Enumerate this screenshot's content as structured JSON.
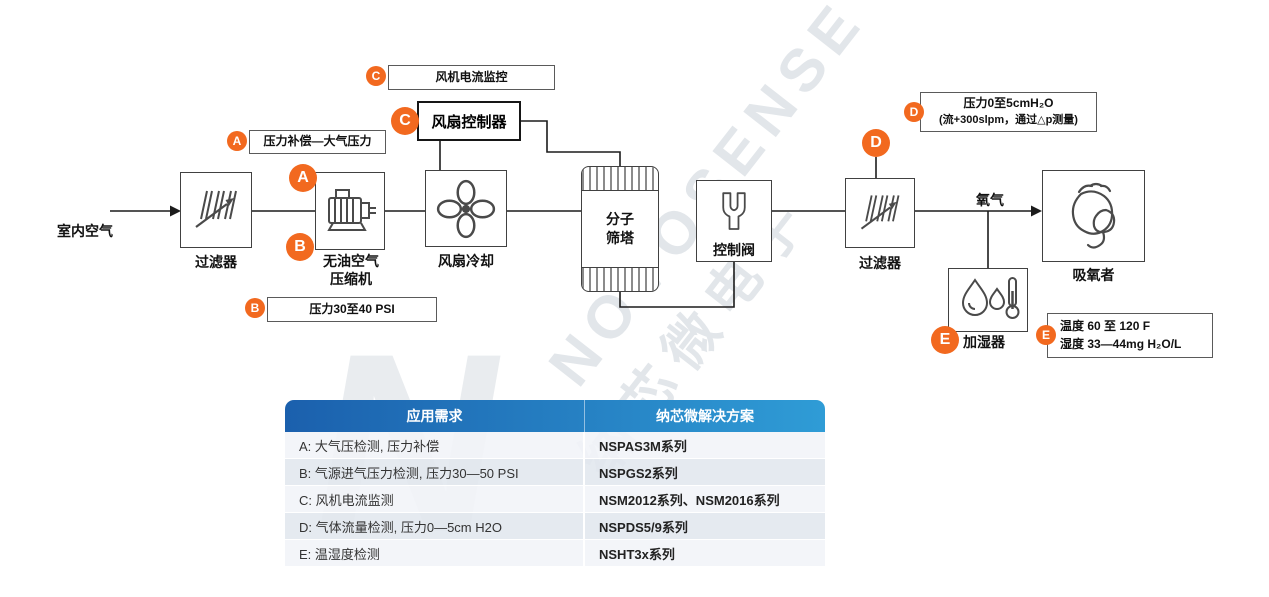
{
  "watermark": {
    "brand": "NOVOSENSE",
    "brand_cn": "纳芯微电子",
    "letter": "N"
  },
  "flow": {
    "inlet": "室内空气",
    "oxygen": "氧气",
    "filter1": "过滤器",
    "compressor_line1": "无油空气",
    "compressor_line2": "压缩机",
    "fan_controller": "风扇控制器",
    "fan": "风扇冷却",
    "sieve_line1": "分子",
    "sieve_line2": "筛塔",
    "valve": "控制阀",
    "filter2": "过滤器",
    "humidifier": "加湿器",
    "person": "吸氧者"
  },
  "badges": {
    "A": "A",
    "B": "B",
    "C": "C",
    "D": "D",
    "E": "E"
  },
  "callouts": {
    "a": "压力补偿—大气压力",
    "b": "压力30至40 PSI",
    "c": "风机电流监控",
    "d_line1": "压力0至5cmH₂O",
    "d_line2": "(流+300slpm，通过△p测量)",
    "e_line1": "温度 60 至 120 F",
    "e_line2": "湿度 33—44mg H₂O/L"
  },
  "table": {
    "header_need": "应用需求",
    "header_solution": "纳芯微解决方案",
    "rows": [
      {
        "need": "A: 大气压检测, 压力补偿",
        "solution": "NSPAS3M系列"
      },
      {
        "need": "B: 气源进气压力检测, 压力30—50 PSI",
        "solution": "NSPGS2系列"
      },
      {
        "need": "C: 风机电流监测",
        "solution": "NSM2012系列、NSM2016系列"
      },
      {
        "need": "D: 气体流量检测, 压力0—5cm H2O",
        "solution": "NSPDS5/9系列"
      },
      {
        "need": "E: 温湿度检测",
        "solution": "NSHT3x系列"
      }
    ]
  },
  "colors": {
    "badge_orange": "#F2691F",
    "header_blue_from": "#1b60ad",
    "header_blue_to": "#2f9cd6",
    "line_dark": "#1c1c1c"
  }
}
